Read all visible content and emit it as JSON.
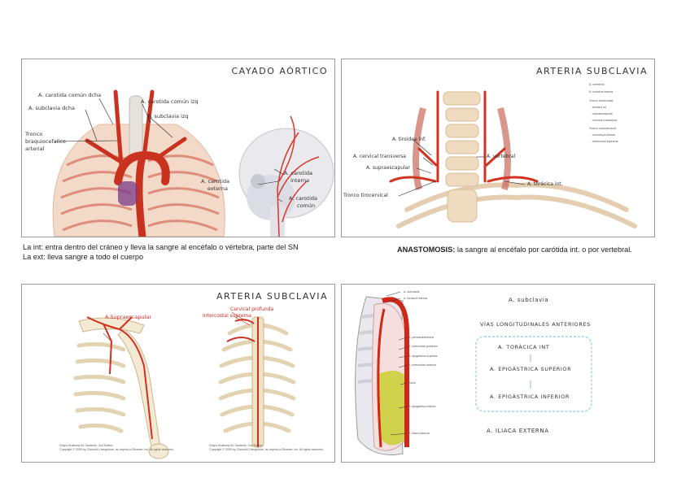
{
  "panel1": {
    "title": "CAYADO AÓRTICO",
    "labels": {
      "carotida_comun_dcha": "A. carotida común dcha",
      "subclavia_dcha": "A. subclavia dcha",
      "tronco_1": "Tronco",
      "tronco_2": "braquiocefalico",
      "tronco_3": "arterial",
      "carotida_comun_izq": "A. carotida común izq",
      "subclavia_izq": "A. subclavia izq",
      "carotida_externa_1": "A. carotida",
      "carotida_externa_2": "externa",
      "carotida_interna_1": "A. carotida",
      "carotida_interna_2": "interna",
      "carotida_comun_1": "A. carotida",
      "carotida_comun_2": "común"
    }
  },
  "panel2": {
    "title": "ARTERIA SUBCLAVIA",
    "labels": {
      "tiroidea_inf": "A. tiroidea inf.",
      "cervical_transversa": "A. cervical transversa",
      "supraescapular": "A. supraescapular",
      "tronco_tirocervical": "Tronco tirocervical",
      "vertebral": "A. vertebral",
      "toracica_int": "A. torácica int."
    },
    "notes": [
      "A. vertebral",
      "A. torácica interna",
      "Tronco tirocervical:",
      "- tiroidea inf",
      "- supraescapular",
      "- cervical transversa",
      "Tronco costocervical:",
      "- cervical profunda",
      "- intercostal suprema"
    ]
  },
  "captions": {
    "left_line1": "La int: entra dentro del cráneo y lleva la sangre al encéfalo o vértebra, parte del SN",
    "left_line2": "La ext: lleva sangre a todo el cuerpo",
    "right_bold": "ANASTOMOSIS:",
    "right_rest": " la sangre al encéfalo por carótida int. o por vertebral."
  },
  "panel3": {
    "title": "ARTERIA SUBCLAVIA",
    "red_labels": {
      "supraescapular": "A.Supraescapular",
      "cervical_profunda": "Cervical profunda",
      "intercostal_suprema": "Intercostal suprema"
    },
    "credit_line1": "Gray's Anatomy for Students, 2nd Edition",
    "credit_line2": "Copyright © 2009 by Churchill Livingstone, an imprint of Elsevier, Inc. All rights reserved."
  },
  "panel4": {
    "atlas_labels": [
      "A. subclavia",
      "A. torácica interna",
      "A. pericardiofrénica",
      "A. intercostal posterior",
      "A. epigástrica superior",
      "A. intercostal anterior",
      "Aorta",
      "A. epigástrica inferior",
      "A. iliaca externa"
    ],
    "diagram": {
      "top": "A. subclavia",
      "header": "VÍAS LONGITUDINALES ANTERIORES",
      "step1": "A. TORÁCICA INT",
      "step2": "A. EPIGÁSTRICA SUPERIOR",
      "step3": "A. EPIGÁSTRICA INFERIOR",
      "bottom": "A. ILIACA EXTERNA"
    }
  }
}
